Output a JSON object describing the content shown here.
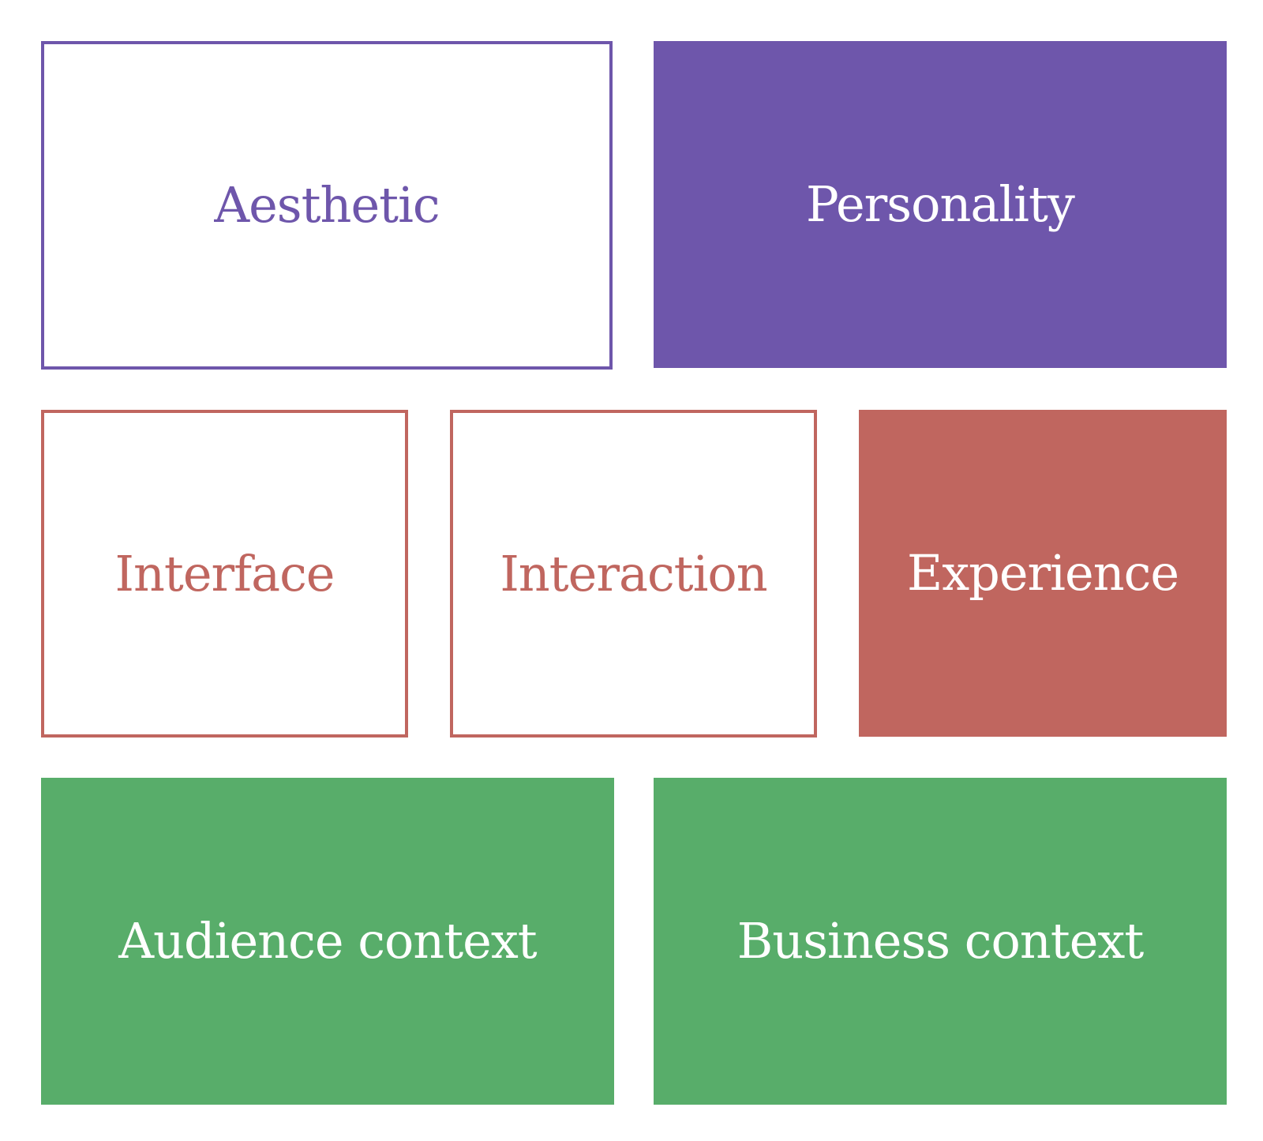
{
  "colors": {
    "purple": "#6e56ab",
    "red": "#c0665f",
    "green": "#58ad6a",
    "background": "#ffffff"
  },
  "rows": [
    {
      "boxes": [
        {
          "label": "Aesthetic",
          "style": "outline",
          "color": "#6e56ab"
        },
        {
          "label": "Personality",
          "style": "filled",
          "color": "#6e56ab"
        }
      ]
    },
    {
      "boxes": [
        {
          "label": "Interface",
          "style": "outline",
          "color": "#c0665f"
        },
        {
          "label": "Interaction",
          "style": "outline",
          "color": "#c0665f"
        },
        {
          "label": "Experience",
          "style": "filled",
          "color": "#c0665f"
        }
      ]
    },
    {
      "boxes": [
        {
          "label": "Audience context",
          "style": "filled",
          "color": "#58ad6a"
        },
        {
          "label": "Business context",
          "style": "filled",
          "color": "#58ad6a"
        }
      ]
    }
  ]
}
